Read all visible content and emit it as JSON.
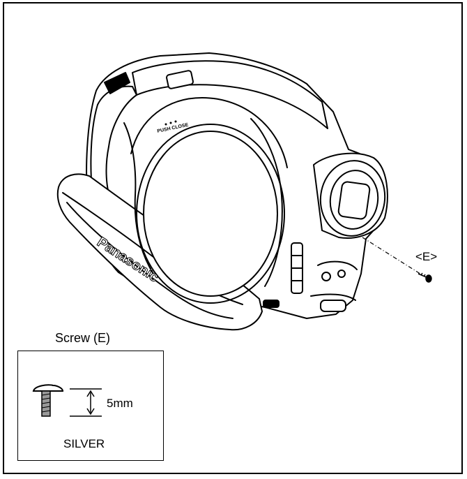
{
  "diagram": {
    "brand_mark": "Panasonic",
    "button_mark": "PUSH CLOSE",
    "callout_label": "<E>"
  },
  "screw_spec": {
    "title": "Screw (E)",
    "length": "5mm",
    "finish": "SILVER"
  }
}
